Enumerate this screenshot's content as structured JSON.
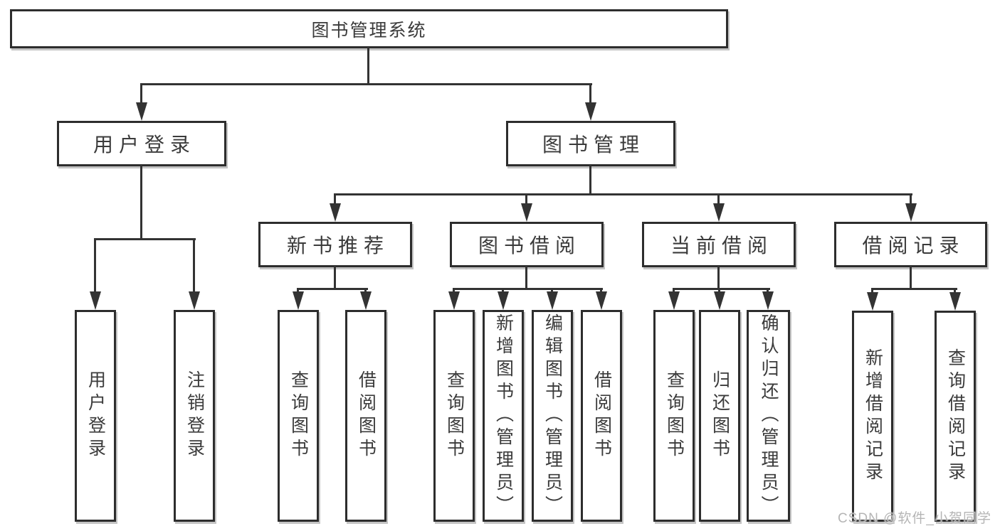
{
  "diagram_title": "图书管理系统",
  "watermark": "CSDN @软件_小贺同学",
  "colors": {
    "line": "#333333",
    "text": "#3b3b3b",
    "box_background": "#ffffff",
    "watermark": "#b5b5b5"
  },
  "nodes": {
    "root": "图书管理系统",
    "user_login": "用户登录",
    "book_mgmt": "图书管理",
    "new_book_rec": "新书推荐",
    "book_borrow": "图书借阅",
    "current_borrow": "当前借阅",
    "borrow_records": "借阅记录",
    "ul_user_login": "用户登录",
    "ul_logout": "注销登录",
    "nbr_query_book": "查询图书",
    "nbr_borrow_book": "借阅图书",
    "bb_query_book": "查询图书",
    "bb_add_book": "新增图书（管理员）",
    "bb_edit_book": "编辑图书（管理员）",
    "bb_borrow_book": "借阅图书",
    "cb_query_book": "查询图书",
    "cb_return_book": "归还图书",
    "cb_confirm_return": "确认归还（管理员）",
    "br_add_record": "新增借阅记录",
    "br_query_record": "查询借阅记录"
  }
}
